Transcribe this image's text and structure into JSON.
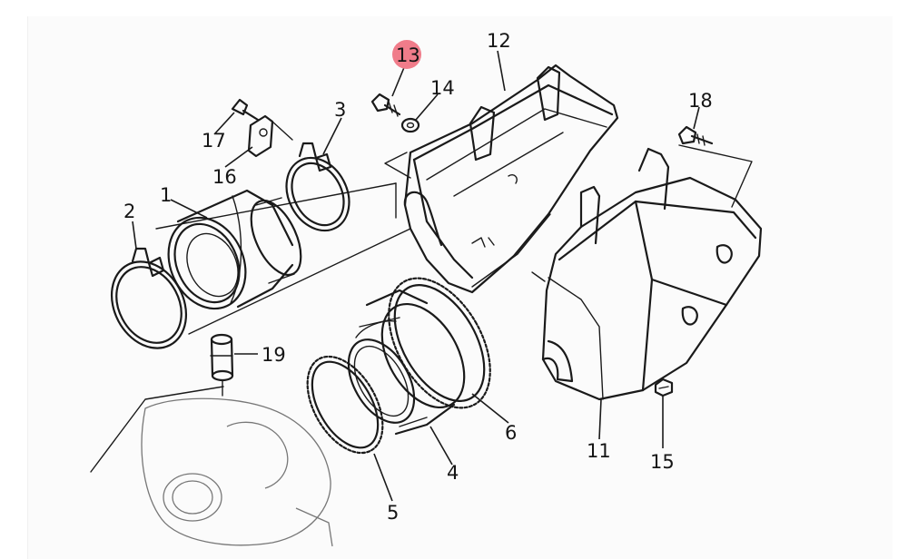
{
  "diagram": {
    "highlight_color": "#f07c8a",
    "parts": [
      {
        "id": "p1",
        "label": "1"
      },
      {
        "id": "p2",
        "label": "2"
      },
      {
        "id": "p3",
        "label": "3"
      },
      {
        "id": "p4",
        "label": "4"
      },
      {
        "id": "p5",
        "label": "5"
      },
      {
        "id": "p6",
        "label": "6"
      },
      {
        "id": "p11",
        "label": "11"
      },
      {
        "id": "p12",
        "label": "12"
      },
      {
        "id": "p13",
        "label": "13",
        "highlighted": true
      },
      {
        "id": "p14",
        "label": "14"
      },
      {
        "id": "p15",
        "label": "15"
      },
      {
        "id": "p16",
        "label": "16"
      },
      {
        "id": "p17",
        "label": "17"
      },
      {
        "id": "p18",
        "label": "18"
      },
      {
        "id": "p19",
        "label": "19"
      }
    ]
  }
}
